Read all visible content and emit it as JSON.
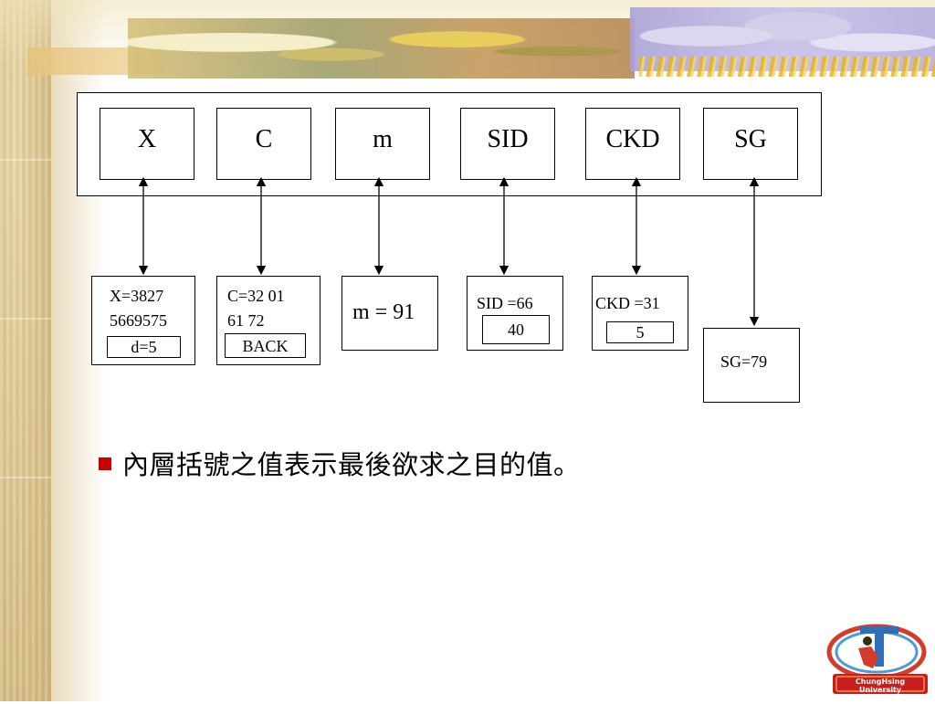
{
  "diagram": {
    "fields": [
      {
        "label": "X"
      },
      {
        "label": "C"
      },
      {
        "label": "m"
      },
      {
        "label": "SID"
      },
      {
        "label": "CKD"
      },
      {
        "label": "SG"
      }
    ],
    "values": {
      "x": {
        "line1": "X=3827",
        "line2": "5669575",
        "sub": "d=5"
      },
      "c": {
        "line1": "C=32 01",
        "line2": "61 72",
        "sub": "BACK"
      },
      "m": {
        "text": "m = 91"
      },
      "sid": {
        "text": "SID =66",
        "sub": "40"
      },
      "ckd": {
        "text": "CKD =31",
        "sub": "5"
      },
      "sg": {
        "text": "SG=79"
      }
    }
  },
  "bullet": {
    "text": "內層括號之值表示最後欲求之目的值。",
    "color": "#cc0000"
  },
  "logo": {
    "text": "ChungHsing University",
    "icon": "university-logo-icon"
  }
}
